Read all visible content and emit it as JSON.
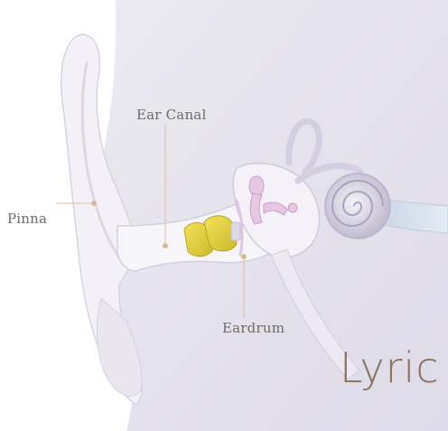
{
  "labels": {
    "pinna": "Pinna",
    "ear_canal": "Ear Canal",
    "eardrum": "Eardrum"
  },
  "brand": {
    "name": "Lyric"
  },
  "colors": {
    "head_background": "#e6e3ee",
    "ear_tissue": "#f2f0f6",
    "device_yellow": "#e6d53a",
    "leader_line": "#d9c29a",
    "label_text": "#6f6a66",
    "brand_text": "#8b7158",
    "cochlea": "#cfcbdc"
  }
}
